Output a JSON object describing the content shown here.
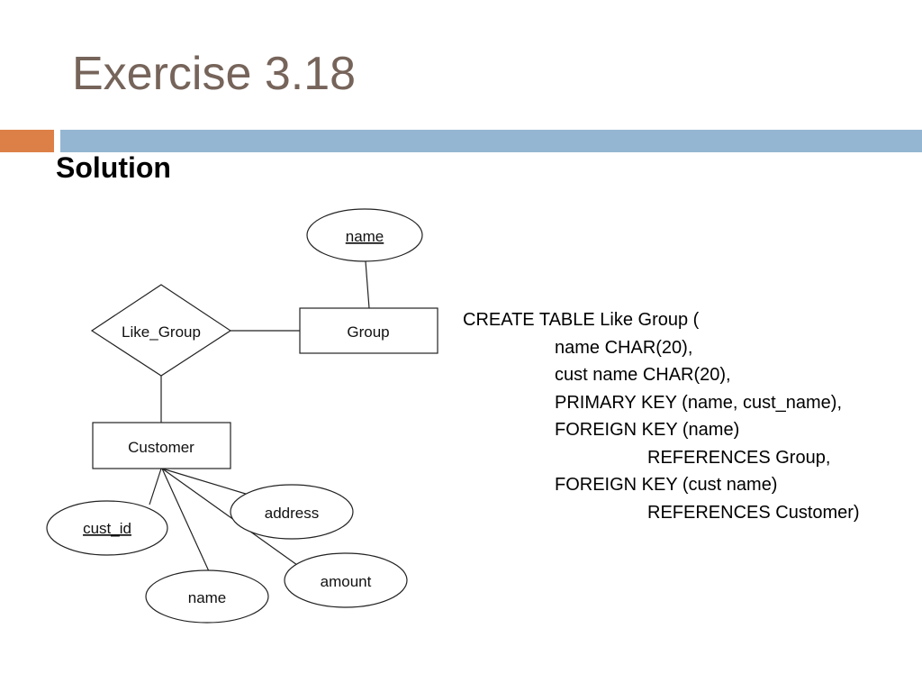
{
  "slide": {
    "title": "Exercise 3.18",
    "subtitle": "Solution"
  },
  "colors": {
    "title": "#76645A",
    "accent_bar": "#DD8047",
    "main_bar": "#94B6D2",
    "diagram_stroke": "#222222"
  },
  "diagram": {
    "relationship": {
      "label": "Like_Group"
    },
    "entities": {
      "group": {
        "label": "Group"
      },
      "customer": {
        "label": "Customer"
      }
    },
    "attributes": {
      "group_name": {
        "label": "name",
        "is_key": true
      },
      "cust_id": {
        "label": "cust_id",
        "is_key": true
      },
      "address": {
        "label": "address",
        "is_key": false
      },
      "amount": {
        "label": "amount",
        "is_key": false
      },
      "customer_name": {
        "label": "name",
        "is_key": false
      }
    }
  },
  "sql": {
    "lines": [
      {
        "text": "CREATE TABLE Like Group (",
        "indent": 0
      },
      {
        "text": "name CHAR(20),",
        "indent": 1
      },
      {
        "text": "cust name CHAR(20),",
        "indent": 1
      },
      {
        "text": "PRIMARY KEY (name, cust_name),",
        "indent": 1
      },
      {
        "text": "FOREIGN KEY (name)",
        "indent": 1
      },
      {
        "text": "REFERENCES Group,",
        "indent": 2
      },
      {
        "text": "FOREIGN KEY (cust name)",
        "indent": 1
      },
      {
        "text": "REFERENCES Customer)",
        "indent": 2
      }
    ]
  }
}
